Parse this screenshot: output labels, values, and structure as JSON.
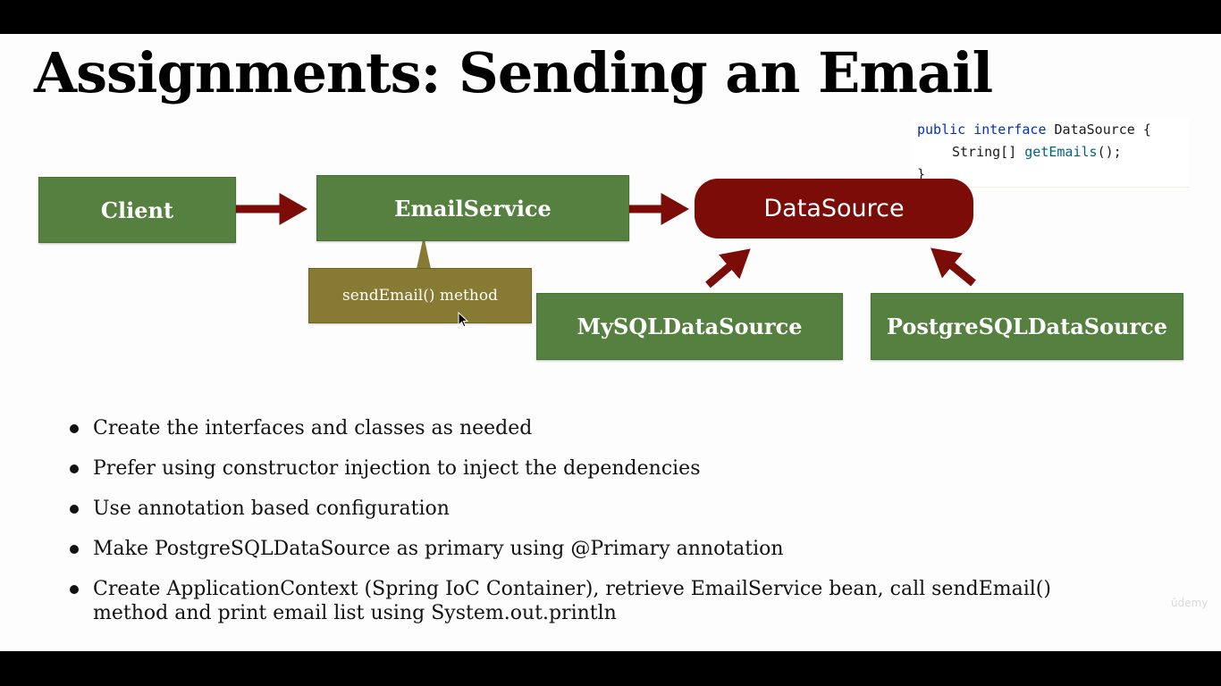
{
  "slide": {
    "title": "Assignments: Sending an Email",
    "watermark": "ûdemy"
  },
  "code": {
    "line1_keyword1": "public",
    "line1_keyword2": "interface",
    "line1_name": "DataSource {",
    "line2_type": "String[]",
    "line2_method": "getEmails",
    "line2_rest": "();",
    "line3": "}"
  },
  "diagram": {
    "client": "Client",
    "email_service": "EmailService",
    "data_source": "DataSource",
    "send_email_note": "sendEmail() method",
    "mysql": "MySQLDataSource",
    "postgres": "PostgreSQLDataSource",
    "colors": {
      "box_green": "#56803f",
      "data_source_red": "#7b0c08",
      "arrow_red": "#7b0c08",
      "note_olive": "#877a33"
    }
  },
  "bullets": [
    "Create the interfaces and classes as needed",
    "Prefer using constructor injection to inject the dependencies",
    "Use annotation based configuration",
    "Make PostgreSQLDataSource as primary using @Primary annotation",
    "Create ApplicationContext (Spring IoC Container), retrieve EmailService bean, call sendEmail() method and print email list using System.out.println"
  ]
}
